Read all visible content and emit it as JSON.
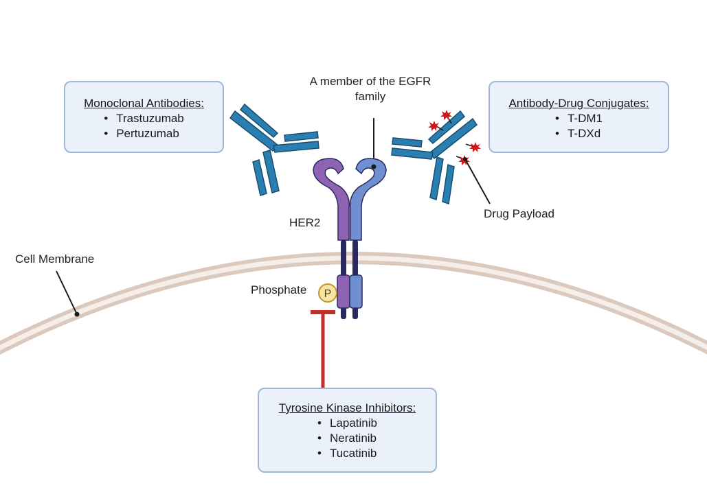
{
  "labels": {
    "egfr": "A member of the EGFR family",
    "her2": "HER2",
    "drug_payload": "Drug Payload",
    "cell_membrane": "Cell Membrane",
    "phosphate": "Phosphate",
    "phosphate_symbol": "P"
  },
  "boxes": {
    "monoclonal": {
      "title": "Monoclonal Antibodies:",
      "items": [
        "Trastuzumab",
        "Pertuzumab"
      ]
    },
    "adc": {
      "title": "Antibody-Drug Conjugates:",
      "items": [
        "T-DM1",
        "T-DXd"
      ]
    },
    "tki": {
      "title": "Tyrosine Kinase Inhibitors:",
      "items": [
        "Lapatinib",
        "Neratinib",
        "Tucatinib"
      ]
    }
  },
  "colors": {
    "antibody": "#2a7fb0",
    "antibody_outline": "#174e70",
    "her2_left": "#8f63b4",
    "her2_right": "#6f8fd0",
    "receptor_outline": "#2b2a5e",
    "membrane": "#dcc9bd",
    "inhibitor": "#c0312b",
    "payload": "#d01a1a",
    "phosphate": "#f6e3a6"
  }
}
